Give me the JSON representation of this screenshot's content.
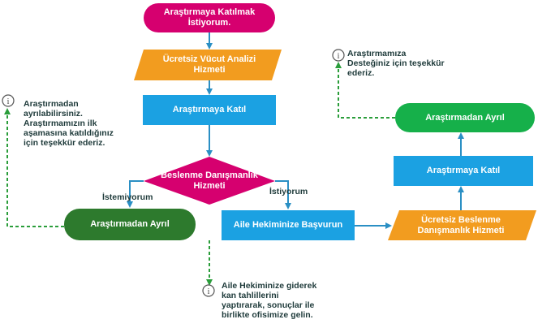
{
  "nodes": {
    "start": "Araştırmaya Katılmak İstiyorum.",
    "analysis": "Ücretsiz Vücut Analizi Hizmeti",
    "join_left": "Araştırmaya Katıl",
    "decision": "Beslenme Danışmanlık Hizmeti",
    "exit_left": "Araştırmadan Ayrıl",
    "apply": "Aile Hekiminize Başvurun",
    "counsel": "Ücretsiz Beslenme Danışmanlık Hizmeti",
    "join_right": "Araştırmaya Katıl",
    "exit_right": "Araştırmadan Ayrıl"
  },
  "branches": {
    "no": "İstemiyorum",
    "yes": "İstiyorum"
  },
  "notes": {
    "left": "Araştırmadan\nayrılabilirsiniz.\nAraştırmamızın ilk\naşamasına katıldığınız\niçin teşekkür ederiz.",
    "bottom": "Aile Hekiminize giderek\nkan tahlillerini\nyaptırarak, sonuçlar ile\nbirlikte ofisimize gelin.",
    "top_right": "Araştırmamıza\nDesteğiniz için teşekkür\nederiz."
  },
  "info_icon": "i",
  "colors": {
    "magenta": "#d6006f",
    "orange": "#f29c1f",
    "blue": "#1ba1e2",
    "dark_green": "#2d7a2d",
    "green": "#16b04a",
    "arrow": "#2a8fc4",
    "dashed": "#2a9d3a"
  }
}
